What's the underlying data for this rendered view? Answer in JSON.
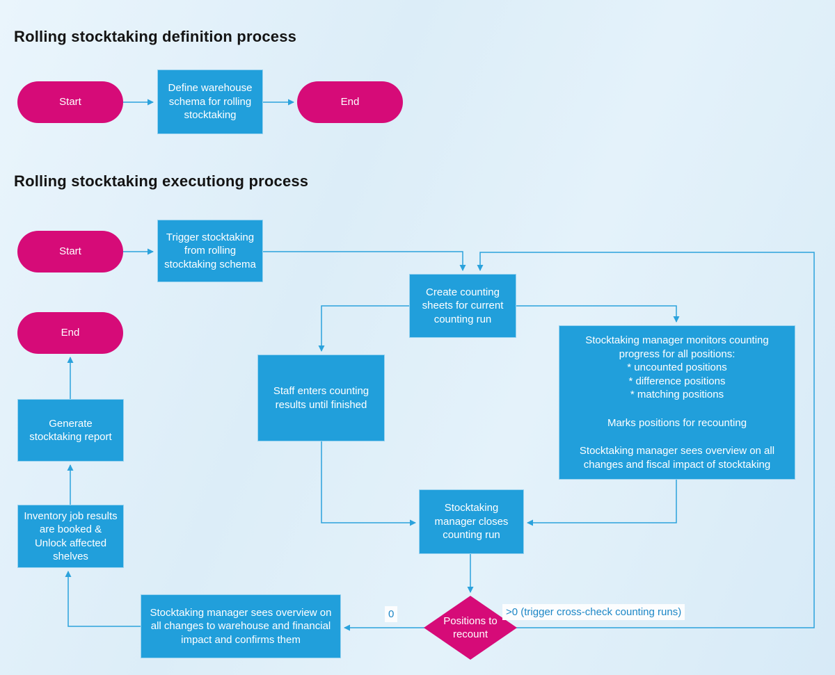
{
  "colors": {
    "accent_pink": "#d60b78",
    "accent_blue": "#219fdb",
    "connector_blue": "#2ba2dc",
    "edge_label_blue": "#1b86c6",
    "background_blue": "#dcedf8"
  },
  "definition_process": {
    "title": "Rolling stocktaking definition process",
    "start": "Start",
    "define_schema": "Define warehouse schema for rolling stocktaking",
    "end": "End"
  },
  "execution_process": {
    "title": "Rolling stocktaking executiong process",
    "start": "Start",
    "trigger": "Trigger stocktaking from rolling stocktaking schema",
    "create_sheets": "Create counting sheets for current counting run",
    "staff_enters": "Staff enters counting results until finished",
    "monitor": {
      "line1": "Stocktaking manager monitors counting progress for all positions:",
      "bullet1": "* uncounted positions",
      "bullet2": "* difference positions",
      "bullet3": "* matching positions",
      "line2": "Marks positions for recounting",
      "line3": "Stocktaking manager sees overview on all changes and fiscal impact of stocktaking"
    },
    "close_run": "Stocktaking manager closes counting run",
    "decision": "Positions to recount",
    "label_zero": "0",
    "label_gt_zero": ">0 (trigger cross-check counting runs)",
    "confirm": "Stocktaking manager sees overview on all changes to warehouse and financial impact and confirms them",
    "inventory_job": "Inventory job results are booked & Unlock affected shelves",
    "generate_report": "Generate stocktaking report",
    "end": "End"
  }
}
